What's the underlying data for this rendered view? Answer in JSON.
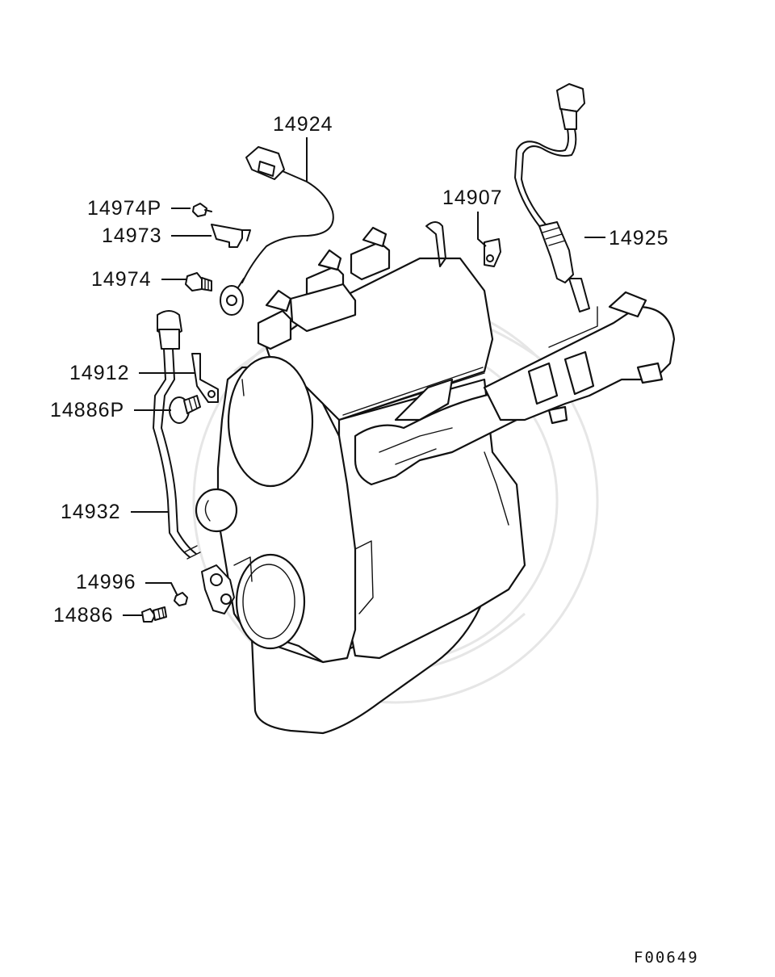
{
  "diagram": {
    "figure_code": "F00649",
    "callouts": [
      {
        "id": "14924",
        "label": "14924"
      },
      {
        "id": "14974P",
        "label": "14974P"
      },
      {
        "id": "14973",
        "label": "14973"
      },
      {
        "id": "14974",
        "label": "14974"
      },
      {
        "id": "14907",
        "label": "14907"
      },
      {
        "id": "14925",
        "label": "14925"
      },
      {
        "id": "14912",
        "label": "14912"
      },
      {
        "id": "14886P",
        "label": "14886P"
      },
      {
        "id": "14932",
        "label": "14932"
      },
      {
        "id": "14996",
        "label": "14996"
      },
      {
        "id": "14886",
        "label": "14886"
      }
    ]
  }
}
